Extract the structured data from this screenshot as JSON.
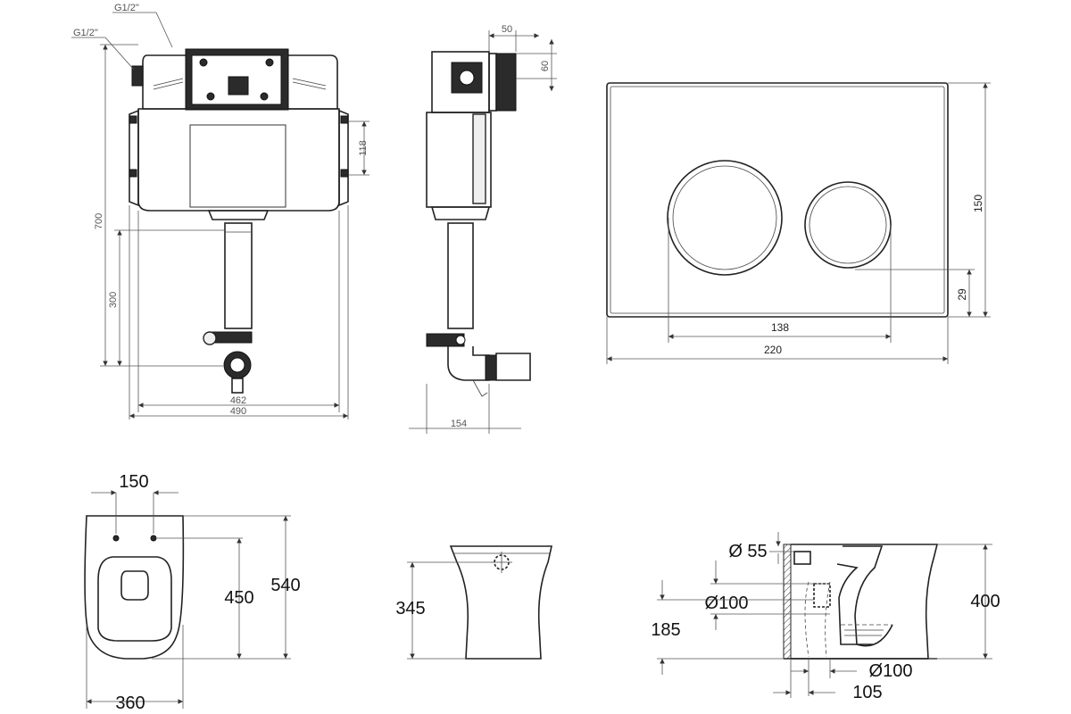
{
  "frame_view": {
    "inlet_label_top": "G1/2\"",
    "inlet_label_side": "G1/2\"",
    "dim_height_total": "700",
    "dim_height_lower": "300",
    "dim_bracket": "118",
    "dim_inner_width": "462",
    "dim_outer_width": "490"
  },
  "side_view": {
    "dim_top_depth": "50",
    "dim_inlet": "60",
    "dim_depth": "154"
  },
  "flush_plate": {
    "dim_height": "150",
    "dim_offset": "29",
    "dim_button_span": "138",
    "dim_width": "220"
  },
  "toilet_top": {
    "dim_hole_spacing": "150",
    "dim_depth_holes": "450",
    "dim_depth_total": "540",
    "dim_width": "360"
  },
  "toilet_front": {
    "dim_inlet_height": "345"
  },
  "toilet_side": {
    "dim_inlet_dia": "Ø 55",
    "dim_outlet_dia": "Ø100",
    "dim_outlet_height": "185",
    "dim_height": "400",
    "dim_floor_outlet_dia": "Ø100",
    "dim_floor_offset": "105"
  }
}
